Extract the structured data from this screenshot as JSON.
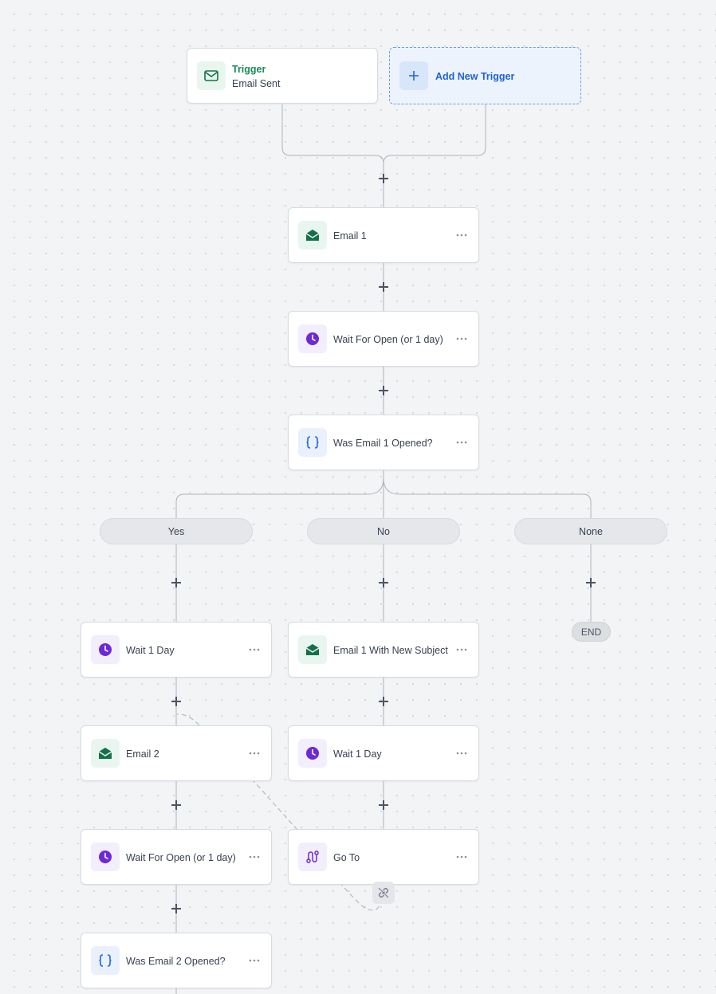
{
  "trigger": {
    "title": "Trigger",
    "subtitle": "Email Sent",
    "icon": "envelope-icon"
  },
  "add_trigger": {
    "label": "Add New Trigger",
    "icon": "plus-icon"
  },
  "nodes": {
    "email1": {
      "label": "Email 1",
      "icon": "email-open-icon"
    },
    "wait_open_1": {
      "label": "Wait For Open (or 1 day)",
      "icon": "clock-icon"
    },
    "cond_1": {
      "label": "Was Email 1 Opened?",
      "icon": "braces-icon"
    },
    "yes_wait": {
      "label": "Wait 1 Day",
      "icon": "clock-icon"
    },
    "yes_email2": {
      "label": "Email 2",
      "icon": "email-open-icon"
    },
    "yes_wait_open": {
      "label": "Wait For Open (or 1 day)",
      "icon": "clock-icon"
    },
    "yes_cond": {
      "label": "Was Email 2 Opened?",
      "icon": "braces-icon"
    },
    "no_email": {
      "label": "Email 1 With New Subject",
      "icon": "email-open-icon"
    },
    "no_wait": {
      "label": "Wait 1 Day",
      "icon": "clock-icon"
    },
    "no_goto": {
      "label": "Go To",
      "icon": "route-icon"
    }
  },
  "branches": {
    "yes": "Yes",
    "no": "No",
    "none": "None"
  },
  "end_label": "END",
  "colors": {
    "trigger_green": "#1a8a5a",
    "email_icon": "#15704a",
    "wait_icon": "#6d28d9",
    "condition_icon": "#2563eb",
    "add_trigger_blue": "#1e63d6"
  }
}
